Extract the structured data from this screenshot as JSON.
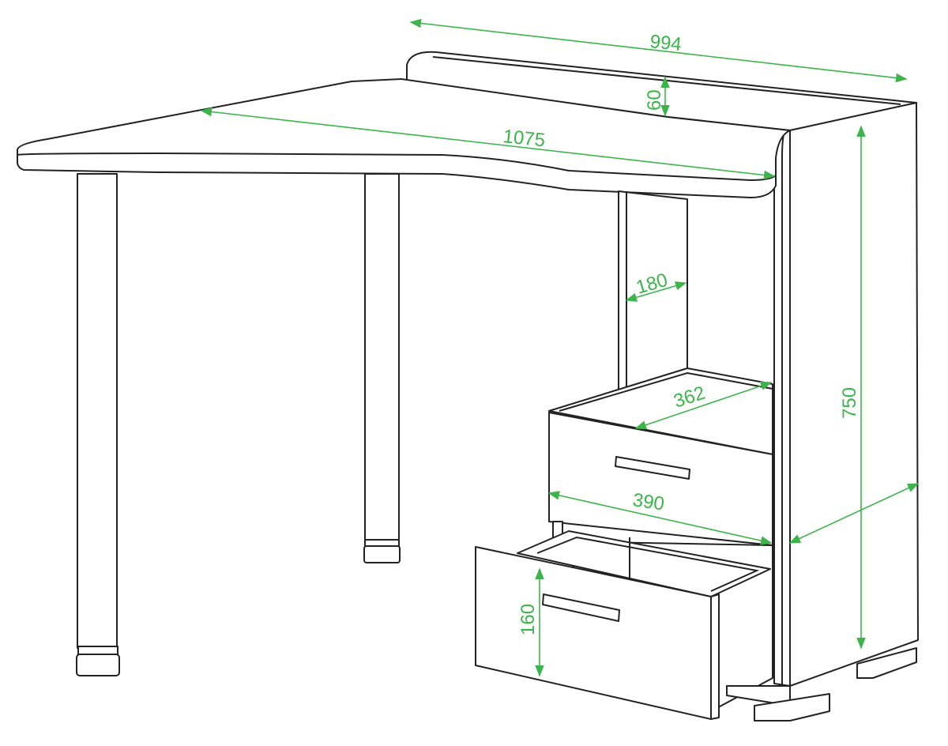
{
  "title": "Desk dimensions drawing",
  "dimension_color": "#3bb54a",
  "dimensions": {
    "back_width": "994",
    "rail_height": "60",
    "top_length": "1075",
    "shelf_depth": "180",
    "drawer_depth": "362",
    "height": "750",
    "cabinet_width": "390",
    "drawer_height": "160"
  }
}
